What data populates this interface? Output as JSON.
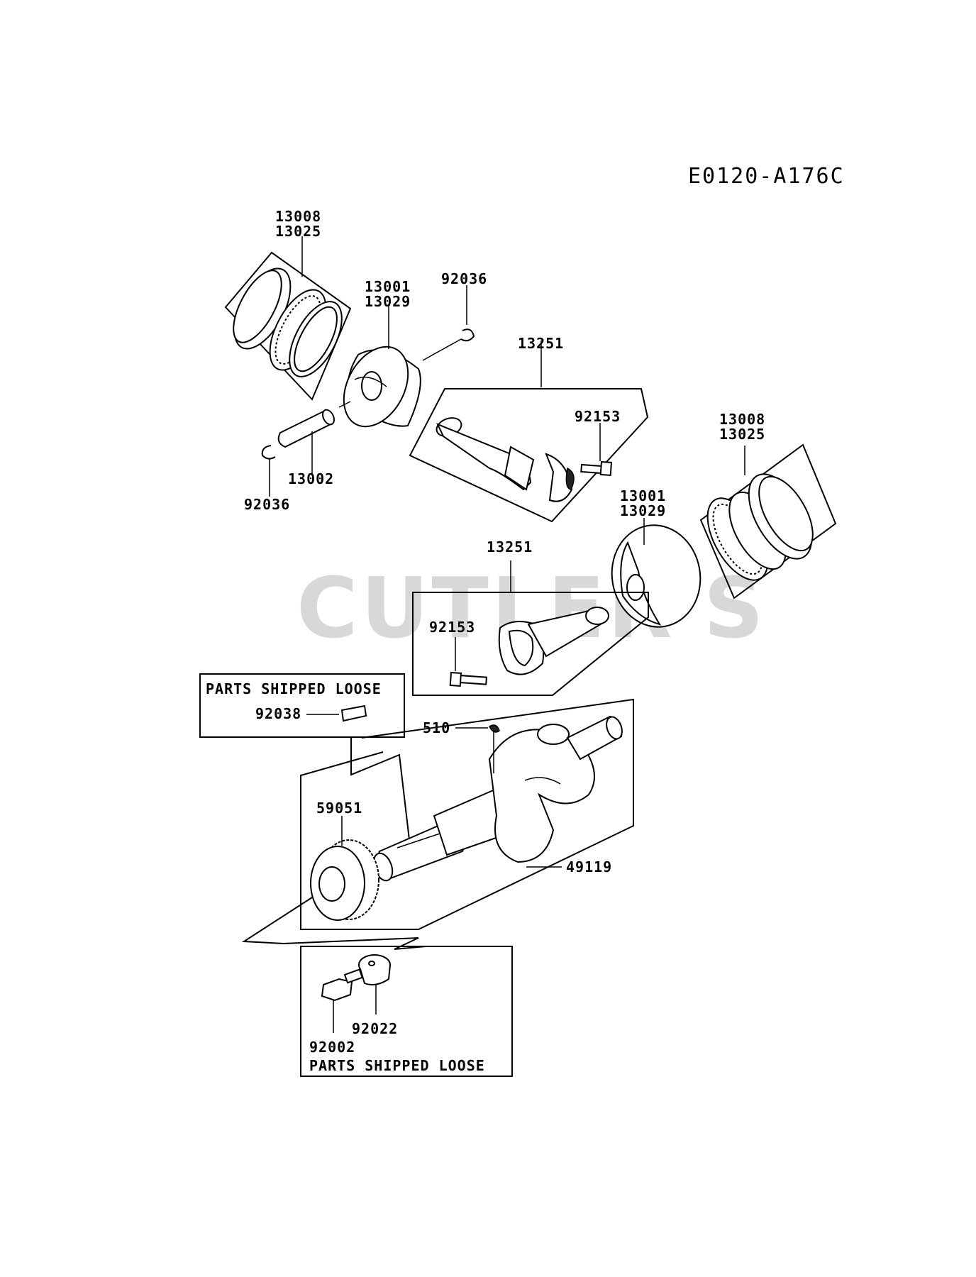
{
  "diagram_code": "E0120-A176C",
  "watermark": "CUTLER'S",
  "notes": {
    "parts_loose_top": "PARTS SHIPPED LOOSE",
    "parts_loose_bottom": "PARTS SHIPPED LOOSE"
  },
  "callouts": {
    "rings_upper_a": "13008",
    "rings_upper_b": "13025",
    "piston_upper_a": "13001",
    "piston_upper_b": "13029",
    "clip_upper": "92036",
    "rod_upper": "13251",
    "bolt_upper": "92153",
    "pin": "13002",
    "clip_lower": "92036",
    "rings_lower_a": "13008",
    "rings_lower_b": "13025",
    "piston_lower_a": "13001",
    "piston_lower_b": "13029",
    "rod_lower": "13251",
    "bolt_lower": "92153",
    "key_loose": "92038",
    "key_crank": "510",
    "gear": "59051",
    "crankshaft": "49119",
    "washer": "92022",
    "bolt_gear": "92002"
  }
}
